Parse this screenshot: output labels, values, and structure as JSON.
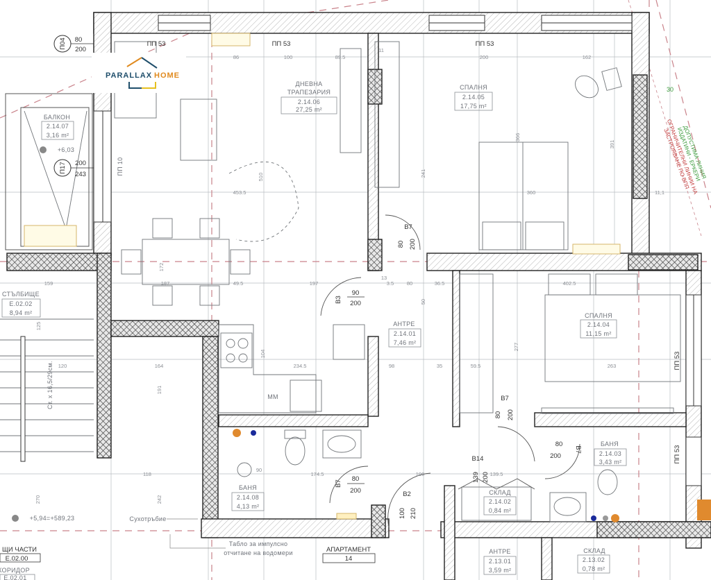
{
  "logo": {
    "word1": "PARALLAX",
    "word2": "HOME",
    "color1": "#1f4e6b",
    "color2": "#e08a1e"
  },
  "rooms": [
    {
      "name": "ДНЕВНА",
      "name2": "ТРАПЕЗАРИЯ",
      "code": "2.14.06",
      "area": "27,25 m²"
    },
    {
      "name": "СПАЛНЯ",
      "code": "2.14.05",
      "area": "17,75 m²"
    },
    {
      "name": "БАЛКОН",
      "code": "2.14.07",
      "area": "3,16 m²"
    },
    {
      "name": "СТЪЛБИЩЕ",
      "code": "Е.02.02",
      "area": "8,94 m²"
    },
    {
      "name": "АНТРЕ",
      "code": "2.14.01",
      "area": "7,46 m²"
    },
    {
      "name": "СПАЛНЯ",
      "code": "2.14.04",
      "area": "11,15 m²"
    },
    {
      "name": "БАНЯ",
      "code": "2.14.08",
      "area": "4,13 m²"
    },
    {
      "name": "БАНЯ",
      "code": "2.14.03",
      "area": "3,43 m²"
    },
    {
      "name": "СКЛАД",
      "code": "2.14.02",
      "area": "0,84 m²"
    },
    {
      "name": "АНТРЕ",
      "code": "2.13.01",
      "area": "3,59 m²"
    },
    {
      "name": "СКЛАД",
      "code": "2.13.02",
      "area": "0,78 m²"
    },
    {
      "name": "ЩИ ЧАСТИ",
      "code": "Е.02.00"
    },
    {
      "name": "КОРИДОР",
      "code": "Е.02.01"
    }
  ],
  "apartment": {
    "label": "АПАРТАМЕНТ",
    "number": "14"
  },
  "doors": [
    {
      "id": "B7",
      "w": "80",
      "h": "200"
    },
    {
      "id": "B3",
      "w": "90",
      "h": "200"
    },
    {
      "id": "B7",
      "w": "80",
      "h": "200"
    },
    {
      "id": "B7",
      "w": "80",
      "h": "200"
    },
    {
      "id": "B7",
      "w": "80",
      "h": "200"
    },
    {
      "id": "B2",
      "w": "100",
      "h": "210"
    },
    {
      "id": "B14",
      "w": "139",
      "h": "200"
    }
  ],
  "windows": {
    "pp53": "ПП 53",
    "pp10": "ПП 10",
    "p04": {
      "id": "П04",
      "w": "80",
      "h": "200"
    },
    "p17": {
      "id": "П17",
      "w": "200",
      "h": "243"
    }
  },
  "annotations": {
    "level_balcony": "+6,03",
    "level_common": "+5,94=+589,23",
    "dry_riser": "Сухотръбие",
    "meter_panel_1": "Табло за импулсно",
    "meter_panel_2": "отчитане на водомери",
    "washer": "ММ",
    "stairs": "Ст. x 16,5/29см.",
    "bay_line_1": "ДОПУСТИМА ЛИНИЯ",
    "bay_line_2": "ИЗДАТИНИ - ЕРКЕРИ",
    "limit_line_1": "ОГРАНИЧИТЕЛНИ ЛИНИИ НА",
    "limit_line_2": "ЗАСТРОЯВАНЕ ПО ВПП",
    "offset": "30"
  },
  "dimensions": [
    "86",
    "100",
    "89.5",
    "453.5",
    "510",
    "200",
    "162",
    "366",
    "360",
    "391",
    "241",
    "11",
    "11,1",
    "159",
    "187",
    "49.5",
    "197",
    "13",
    "3.5",
    "80",
    "36.5",
    "402.5",
    "164",
    "191",
    "234.5",
    "104",
    "98",
    "35",
    "59.5",
    "277",
    "263",
    "120",
    "174.5",
    "139.5",
    "118",
    "270",
    "242",
    "125",
    "172",
    "90",
    "100",
    "50"
  ]
}
